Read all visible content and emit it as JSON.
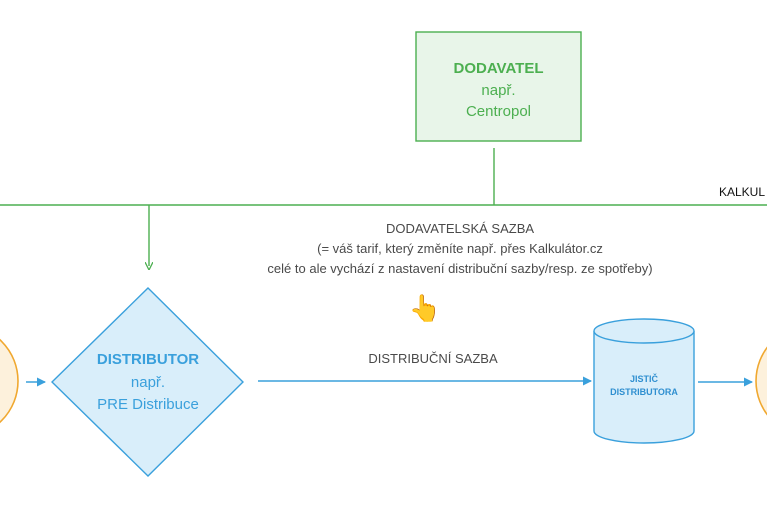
{
  "supplier": {
    "title": "DODAVATEL",
    "line1": "např.",
    "line2": "Centropol"
  },
  "distributor": {
    "title": "DISTRIBUTOR",
    "line1": "např.",
    "line2": "PRE Distribuce"
  },
  "supplier_rate": {
    "title": "DODAVATELSKÁ SAZBA",
    "line1": "(= váš tarif, který změníte např. přes Kalkulátor.cz",
    "line2": "celé to ale vychází z nastavení distribuční sazby/resp. ze spotřeby)"
  },
  "pointer": "👆",
  "distribution_rate": {
    "title": "DISTRIBUČNÍ SAZBA"
  },
  "breaker": {
    "line1": "JISTIČ",
    "line2": "DISTRIBUTORA"
  },
  "calculator_label": "KALKUL",
  "colors": {
    "green": "#4caf50",
    "green_fill": "#e8f5e9",
    "blue": "#3aa0dc",
    "blue_fill": "#d9eefa",
    "orange": "#f0a830",
    "orange_fill": "#fdf1dc"
  }
}
